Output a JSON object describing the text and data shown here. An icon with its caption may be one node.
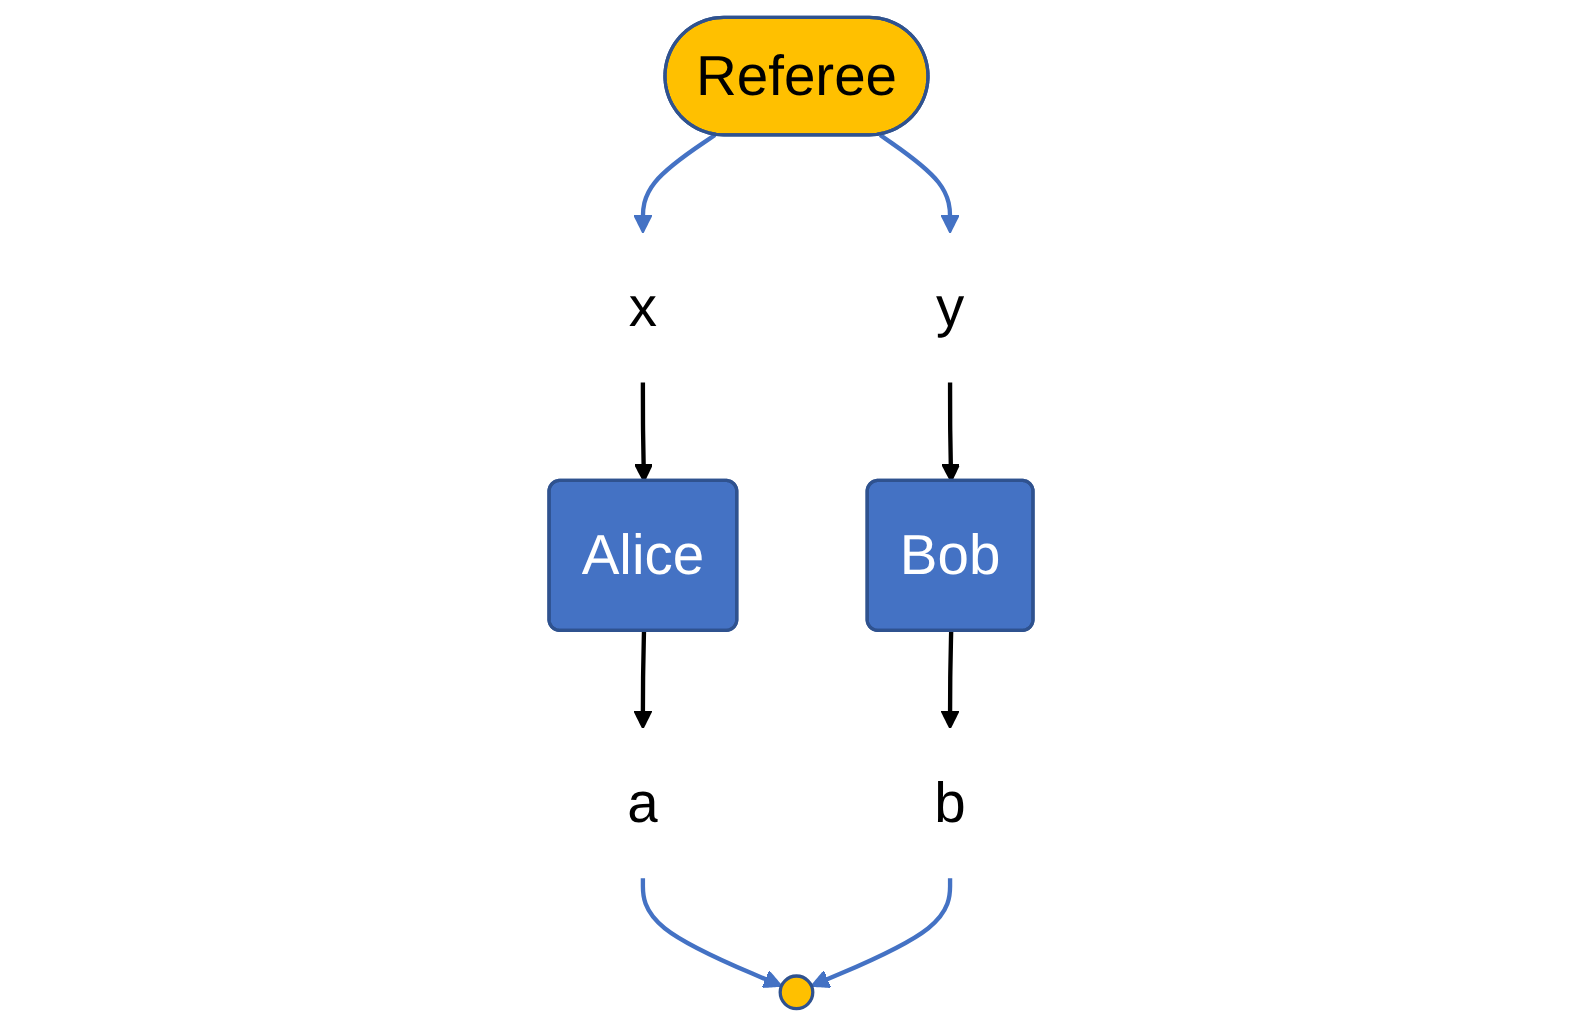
{
  "diagram": {
    "nodes": [
      {
        "text": [
          "x"
        ]
      },
      {
        "text": [
          "Referee"
        ]
      },
      {
        "text": [
          "y"
        ]
      },
      {
        "text": [
          "Alice"
        ]
      },
      {
        "text": [
          "Bob"
        ]
      },
      {
        "text": [
          "a"
        ]
      },
      {
        "text": [],
        "shape": "circle"
      },
      {
        "text": [
          "b"
        ]
      }
    ],
    "edges": [
      {
        "from": 1,
        "to": 0,
        "arrow": "to",
        "color": "#4472c4"
      },
      {
        "from": 1,
        "to": 2,
        "arrow": "to",
        "color": "#4472c4"
      },
      {
        "from": 0,
        "to": 3,
        "arrow": "to",
        "color": "#000000"
      },
      {
        "from": 2,
        "to": 4,
        "arrow": "to",
        "color": "#000000"
      },
      {
        "from": 3,
        "to": 5,
        "arrow": "to",
        "color": "#000000"
      },
      {
        "from": 4,
        "to": 7,
        "arrow": "to",
        "color": "#000000"
      },
      {
        "from": 5,
        "to": 6,
        "arrow": "to",
        "color": "#4472c4"
      },
      {
        "from": 7,
        "to": 6,
        "arrow": "to",
        "color": "#4472c4"
      }
    ]
  }
}
